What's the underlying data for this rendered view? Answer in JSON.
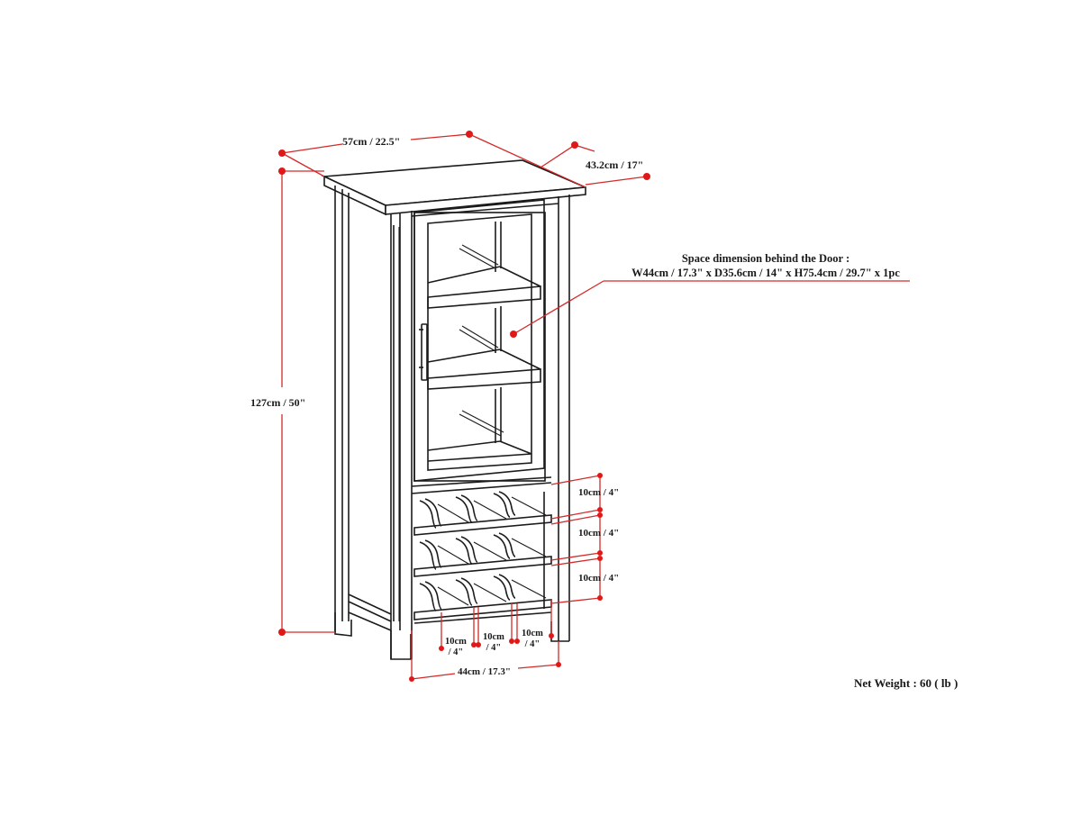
{
  "diagram": {
    "title": "High Storage Wine Cabinet dimension drawing",
    "colors": {
      "line": "#1b1b1b",
      "dimension": "#d42a2a",
      "dot": "#e01818",
      "background": "#ffffff"
    },
    "dimensions": {
      "width": "57cm / 22.5\"",
      "depth": "43.2cm / 17\"",
      "height": "127cm / 50\"",
      "rack_spacing": [
        "10cm / 4\"",
        "10cm / 4\"",
        "10cm / 4\""
      ],
      "bottle_slot_1": {
        "line1": "10cm",
        "line2": "/ 4\""
      },
      "bottle_slot_2": {
        "line1": "10cm",
        "line2": "/ 4\""
      },
      "bottle_slot_3": {
        "line1": "10cm",
        "line2": "/ 4\""
      },
      "inner_width": "44cm / 17.3\""
    },
    "door_space": {
      "heading": "Space dimension behind the Door  :",
      "value": "W44cm / 17.3\" x D35.6cm / 14\" x H75.4cm / 29.7\" x 1pc"
    },
    "net_weight": "Net Weight : 60 ( lb )"
  }
}
